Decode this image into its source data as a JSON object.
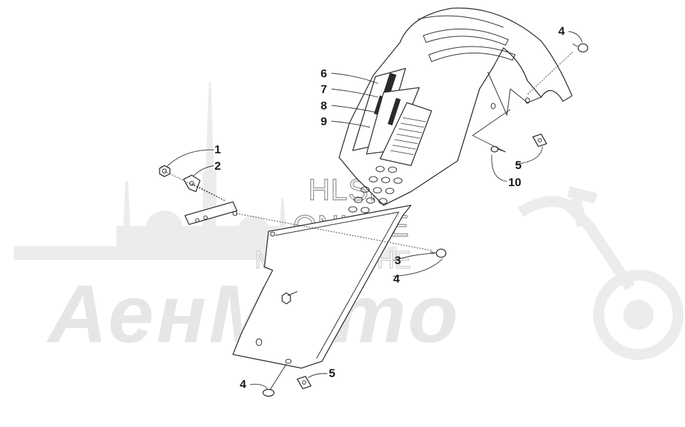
{
  "watermark": {
    "brand": "АенМото",
    "line1": "HLSM",
    "line2": "ONLINE",
    "line3": "MICROFICHE"
  },
  "callouts": [
    {
      "id": "c1",
      "label": "1"
    },
    {
      "id": "c2",
      "label": "2"
    },
    {
      "id": "c3",
      "label": "3"
    },
    {
      "id": "c4a",
      "label": "4"
    },
    {
      "id": "c4b",
      "label": "4"
    },
    {
      "id": "c4c",
      "label": "4"
    },
    {
      "id": "c5a",
      "label": "5"
    },
    {
      "id": "c5b",
      "label": "5"
    },
    {
      "id": "c6",
      "label": "6"
    },
    {
      "id": "c7",
      "label": "7"
    },
    {
      "id": "c8",
      "label": "8"
    },
    {
      "id": "c9",
      "label": "9"
    },
    {
      "id": "c10",
      "label": "10"
    }
  ],
  "colors": {
    "line": "#2a2a2a",
    "watermark": "#e6e6e6"
  }
}
